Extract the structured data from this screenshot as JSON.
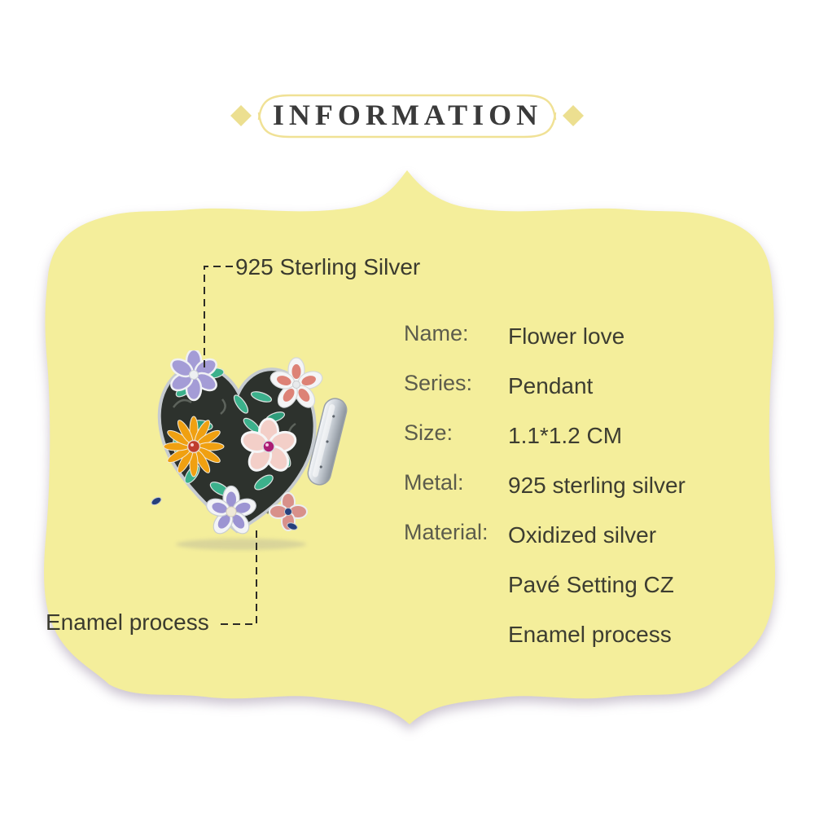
{
  "header": {
    "title": "INFORMATION",
    "accent_color": "#efe092",
    "icons": [
      "diamond-icon",
      "diamond-icon"
    ]
  },
  "plaque": {
    "background_color": "#f4ee9b"
  },
  "product_image": {
    "name": "flower-heart-charm",
    "colors": {
      "oxidized_base": "#2d322d",
      "silver_rim": "#c6cbd0",
      "leaf_green": "#3cb18c",
      "daisy_orange": "#f0a011",
      "purple_petal": "#a49cd6",
      "lilac_petal": "#9c94d2",
      "coral_petal": "#dd8276",
      "pink_petal": "#f3cfc8",
      "magenta_gem": "#ab1d74",
      "red_gem": "#c03d2e",
      "blue_gem": "#263f7c"
    }
  },
  "callouts": {
    "top": {
      "label": "925 Sterling Silver"
    },
    "bottom": {
      "label": "Enamel process"
    }
  },
  "specs": {
    "rows": [
      {
        "label": "Name:",
        "value": "Flower love"
      },
      {
        "label": "Series:",
        "value": "Pendant"
      },
      {
        "label": "Size:",
        "value": "1.1*1.2 CM"
      },
      {
        "label": "Metal:",
        "value": "925 sterling silver"
      },
      {
        "label": "Material:",
        "value": "Oxidized silver"
      },
      {
        "label": "",
        "value": "Pavé Setting CZ"
      },
      {
        "label": "",
        "value": "Enamel process"
      }
    ]
  }
}
